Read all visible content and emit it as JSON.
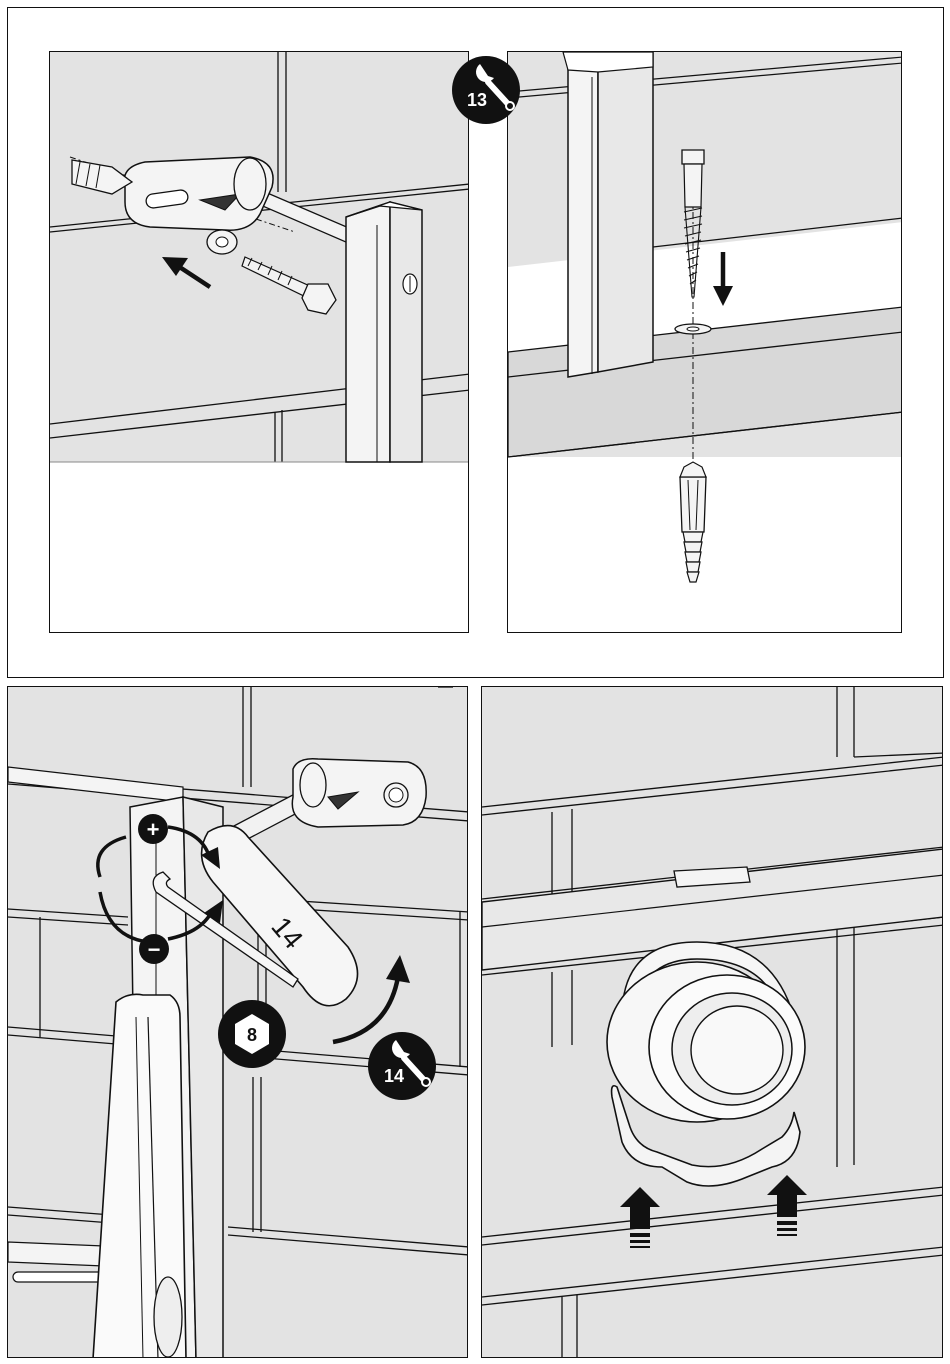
{
  "steps": {
    "step_13_label": "13",
    "step_14_label": "14"
  },
  "tools": {
    "wrench_size_label": "14",
    "hex_key_label": "8",
    "tighten_symbol": "+",
    "loosen_symbol": "−"
  },
  "icons": {
    "step_badge": "wrench-icon",
    "hex_key": "hex-nut-icon",
    "arrow": "arrow-icon"
  },
  "colors": {
    "ink": "#111111",
    "wall": "#e3e3e3",
    "wall_dark": "#d2d2d2",
    "metal": "#f4f4f4"
  }
}
